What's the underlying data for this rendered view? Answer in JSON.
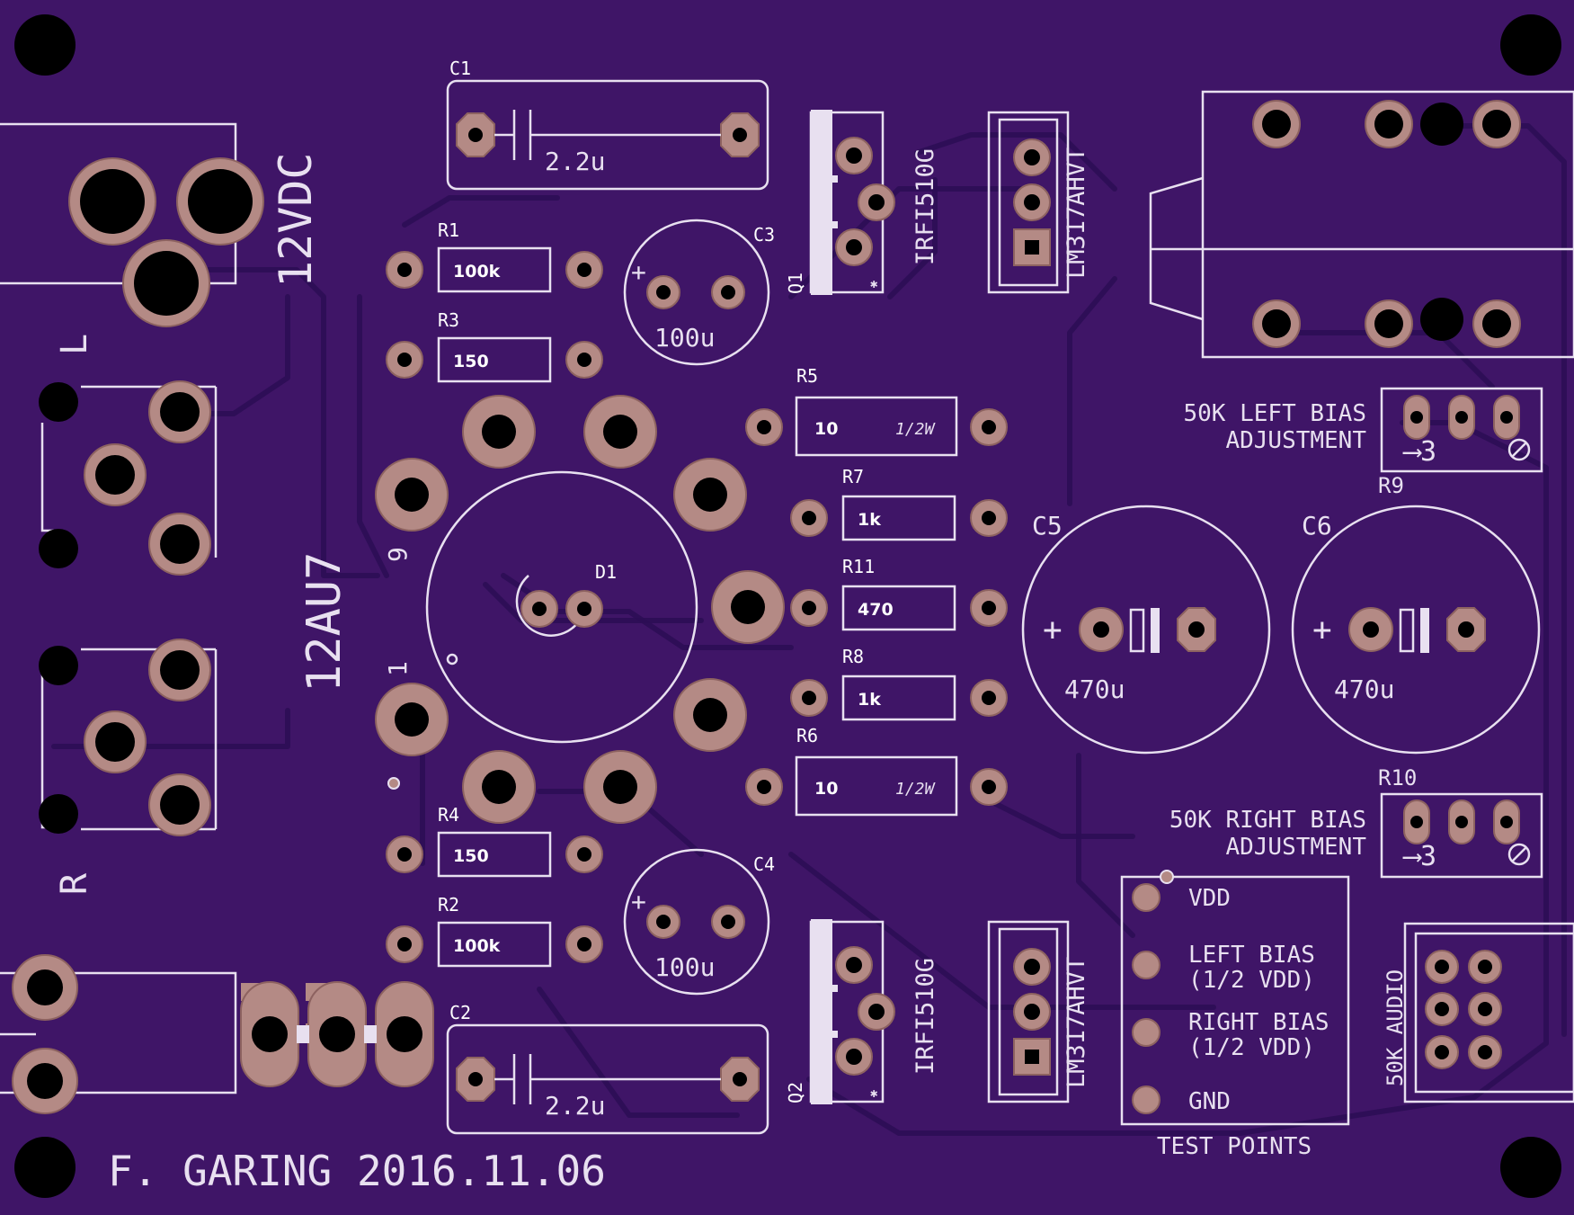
{
  "board": {
    "background": "#3f1567",
    "copper": "#b48a85",
    "silkscreen": "#e8e0f0"
  },
  "labels": {
    "power": "12VDC",
    "left": "L",
    "right": "R",
    "tube": "12AU7",
    "pin9": "9",
    "pin1": "1",
    "signature": "F. GARING 2016.11.06",
    "left_bias": [
      "50K LEFT BIAS",
      "ADJUSTMENT"
    ],
    "right_bias": [
      "50K RIGHT BIAS",
      "ADJUSTMENT"
    ],
    "audio": "50K AUDIO",
    "test_points_title": "TEST POINTS",
    "test_points": [
      "VDD",
      "LEFT BIAS",
      "(1/2 VDD)",
      "RIGHT BIAS",
      "(1/2 VDD)",
      "GND"
    ],
    "trimmer_mark": "⟶3"
  },
  "components": {
    "C1": {
      "ref": "C1",
      "value": "2.2u"
    },
    "C2": {
      "ref": "C2",
      "value": "2.2u"
    },
    "C3": {
      "ref": "C3",
      "value": "100u"
    },
    "C4": {
      "ref": "C4",
      "value": "100u"
    },
    "C5": {
      "ref": "C5",
      "value": "470u"
    },
    "C6": {
      "ref": "C6",
      "value": "470u"
    },
    "R1": {
      "ref": "R1",
      "value": "100k"
    },
    "R2": {
      "ref": "R2",
      "value": "100k"
    },
    "R3": {
      "ref": "R3",
      "value": "150"
    },
    "R4": {
      "ref": "R4",
      "value": "150"
    },
    "R5": {
      "ref": "R5",
      "value": "10",
      "power": "1/2W"
    },
    "R6": {
      "ref": "R6",
      "value": "10",
      "power": "1/2W"
    },
    "R7": {
      "ref": "R7",
      "value": "1k"
    },
    "R8": {
      "ref": "R8",
      "value": "1k"
    },
    "R11": {
      "ref": "R11",
      "value": "470"
    },
    "R9": {
      "ref": "R9"
    },
    "R10": {
      "ref": "R10"
    },
    "Q1": {
      "ref": "Q1",
      "value": "IRFI510G"
    },
    "Q2": {
      "ref": "Q2",
      "value": "IRFI510G"
    },
    "U1": {
      "value": "LM317AHVT"
    },
    "U2": {
      "value": "LM317AHVT"
    },
    "D1": {
      "ref": "D1"
    }
  }
}
